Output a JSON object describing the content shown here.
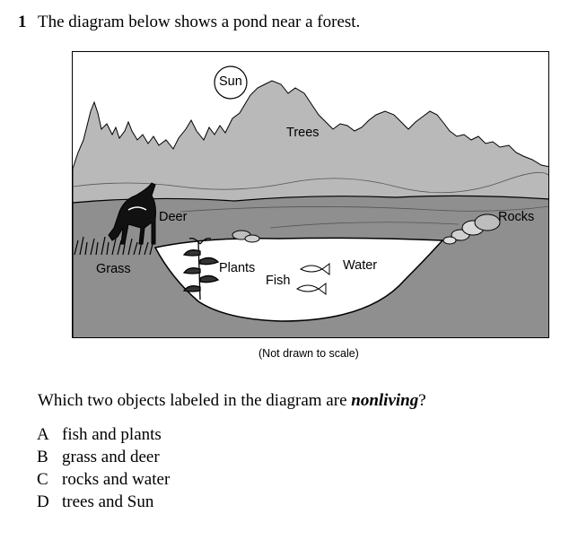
{
  "question": {
    "number": "1",
    "stem": "The diagram below shows a pond near a forest."
  },
  "diagram": {
    "labels": {
      "sun": "Sun",
      "trees": "Trees",
      "deer": "Deer",
      "rocks": "Rocks",
      "grass": "Grass",
      "plants": "Plants",
      "water": "Water",
      "fish": "Fish"
    },
    "colors": {
      "sky": "#ffffff",
      "forest": "#b9b9b9",
      "ground": "#8f8f8f",
      "pond_water": "#ffffff",
      "outline": "#000000"
    },
    "caption": "(Not drawn to scale)"
  },
  "prompt": {
    "before": "Which two objects labeled in the diagram are ",
    "emphasis": "nonliving",
    "after": "?"
  },
  "choices": [
    {
      "letter": "A",
      "text": "fish and plants"
    },
    {
      "letter": "B",
      "text": "grass and deer"
    },
    {
      "letter": "C",
      "text": "rocks and water"
    },
    {
      "letter": "D",
      "text": "trees and Sun"
    }
  ]
}
